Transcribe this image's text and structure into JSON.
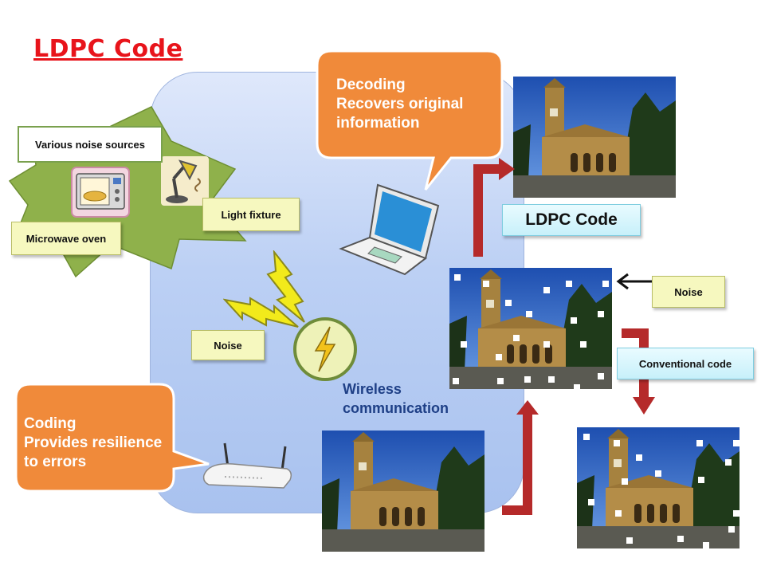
{
  "title": "LDPC Code",
  "labels": {
    "various_noise_sources": "Various noise sources",
    "light_fixture": "Light fixture",
    "microwave_oven": "Microwave oven",
    "noise_left": "Noise",
    "noise_right": "Noise",
    "ldpc_code": "LDPC Code",
    "conventional_code": "Conventional code",
    "wireless_line1": "Wireless",
    "wireless_line2": "communication"
  },
  "bubbles": {
    "decoding": [
      "Decoding",
      "Recovers original",
      "information"
    ],
    "coding": [
      "Coding",
      "Provides resilience",
      "to errors"
    ]
  },
  "colors": {
    "title": "#e8141b",
    "bubble": "#f08a3a",
    "panel": "#bcd0f4",
    "arrow": "#b52a2a",
    "noise_star": "#8fb14b",
    "bolt": "#f2ea1b"
  },
  "icons": [
    "microwave-oven-icon",
    "desk-lamp-icon",
    "laptop-icon",
    "wifi-router-icon",
    "lightning-bolt-icon",
    "antenna-signal-icon"
  ]
}
